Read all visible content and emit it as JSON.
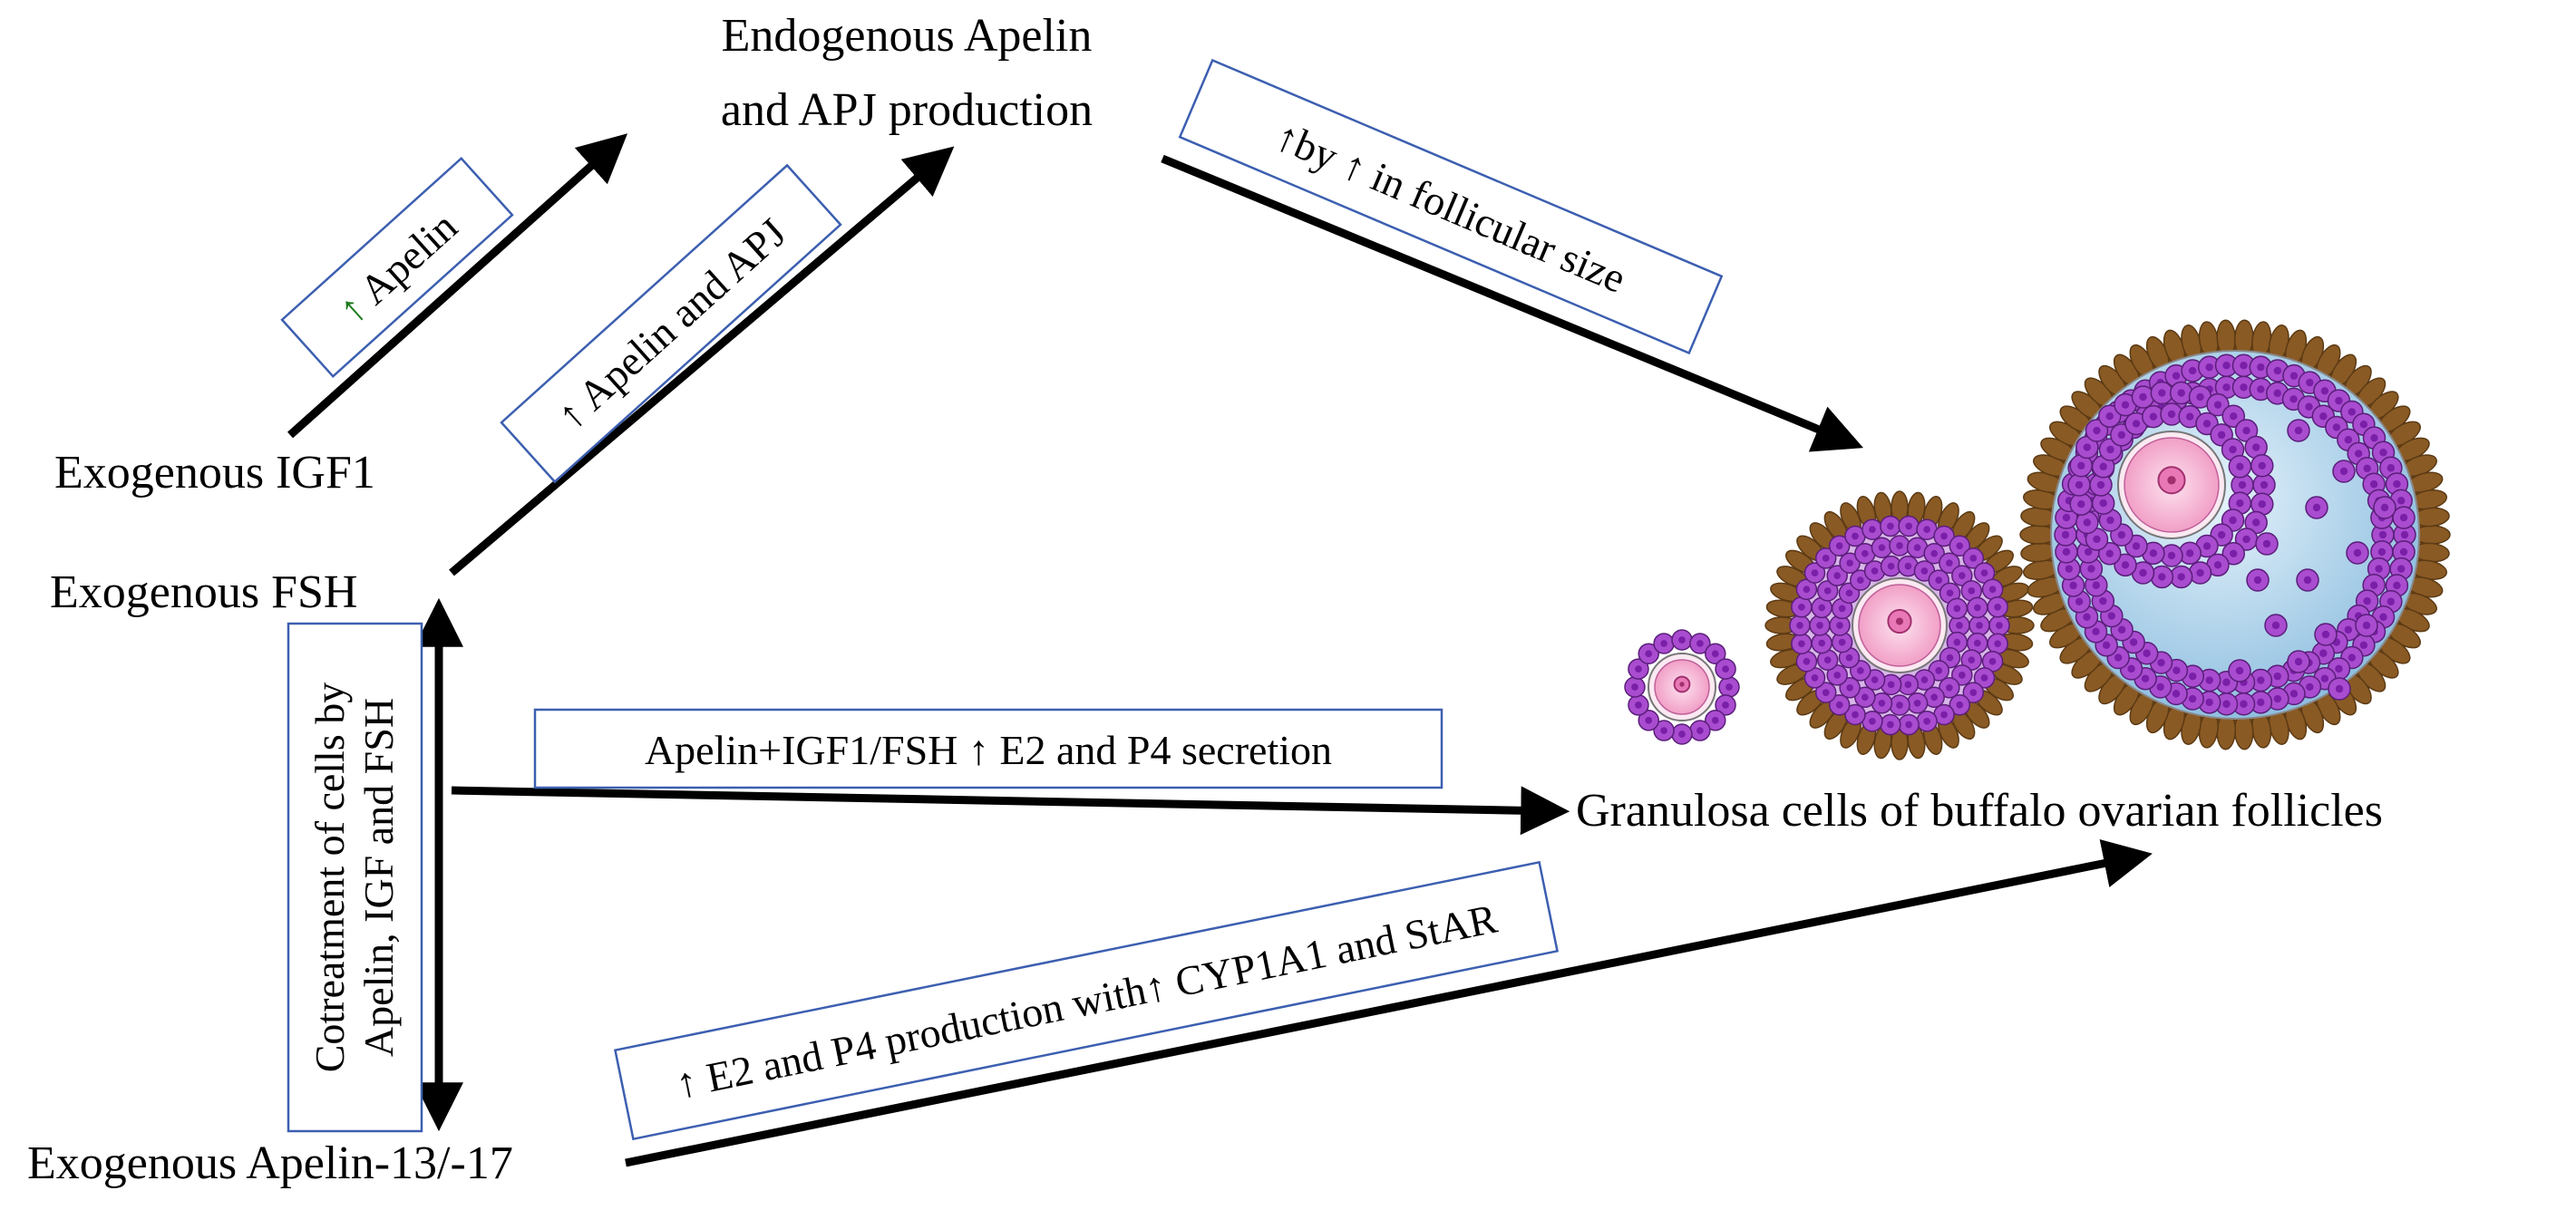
{
  "nodes": {
    "endogenous_line1": "Endogenous Apelin",
    "endogenous_line2": "and APJ production",
    "igf1": "Exogenous IGF1",
    "fsh": "Exogenous FSH",
    "apelin_exo": "Exogenous Apelin-13/-17",
    "granulosa": "Granulosa cells of buffalo ovarian follicles"
  },
  "boxes": {
    "igf_effect": {
      "arrow": "↑",
      "text": " Apelin"
    },
    "fsh_effect": {
      "arrow": "↑",
      "text": " Apelin and APJ"
    },
    "follicle_size": {
      "arrow1": "↑",
      "text1": "by ",
      "arrow2": "↑",
      "text2": " in follicular size"
    },
    "cotreatment_line1": "Cotreatment  of cells by",
    "cotreatment_line2": "Apelin, IGF and FSH",
    "secretion": {
      "text1": "Apelin+IGF1/FSH ",
      "arrow": "↑",
      "text2": " E2 and P4 secretion"
    },
    "production": {
      "arrow1": "↑",
      "text1": " E2 and P4 production  with",
      "arrow2": "↑",
      "text2": " CYP1A1 and StAR"
    }
  },
  "colors": {
    "arrow": "#000000",
    "box_border": "#3c5fb0",
    "green_arrow": "#1e7a1e",
    "cell_purple": "#a94ccf",
    "cell_nucleus": "#7a1fa8",
    "theca_brown": "#8a5a24",
    "antrum_blue": "#b8d8ee",
    "oocyte_pink": "#f3b4d4"
  }
}
